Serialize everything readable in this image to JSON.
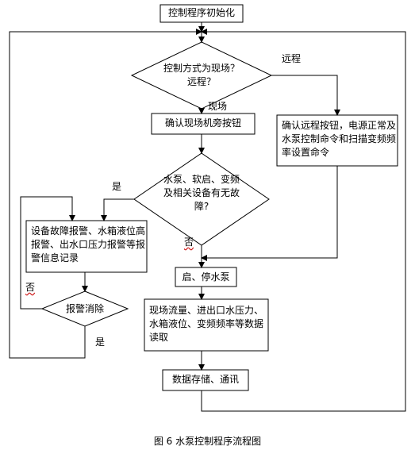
{
  "nodes": {
    "init": "控制程序初始化",
    "mode_decision": "控制方式为现场？远程？",
    "confirm_local": "确认现场机旁按钮",
    "confirm_remote": "确认远程按钮，电源正常及水泵控制命令和扫描变频频率设置命令",
    "fault_decision": "水泵、软启、变频及相关设备有无故障?",
    "alarm": "设备故障报警、水箱液位高报警、出水口压力报警等报警信息记录",
    "alarm_clear": "报警消除",
    "start_stop": "启、停水泵",
    "read_data": "现场流量、进出口水压力、水箱液位、变频频率等数据读取",
    "store": "数据存储、通讯"
  },
  "edge_labels": {
    "remote": "远程",
    "local": "现场",
    "yes_fault": "是",
    "no_fault": "否",
    "no_clear": "否",
    "yes_clear": "是"
  },
  "caption": "图 6 水泵控制程序流程图"
}
